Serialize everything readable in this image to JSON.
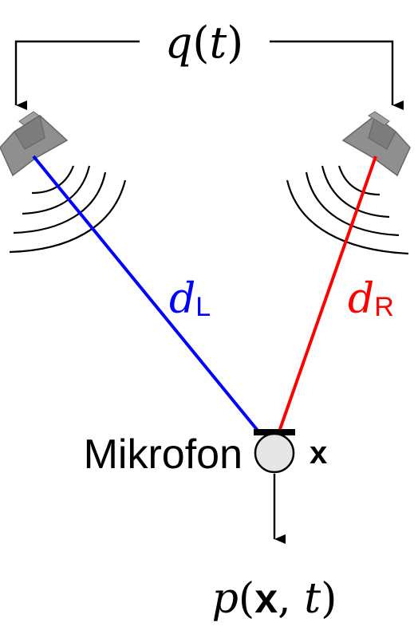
{
  "source_label": {
    "base": "q",
    "open": "(",
    "var": "t",
    "close": ")"
  },
  "left_distance": {
    "base": "d",
    "sub": "L",
    "color": "#0000ff"
  },
  "right_distance": {
    "base": "d",
    "sub": "R",
    "color": "#ff0000"
  },
  "microphone_label": "Mikrofon",
  "position_label": "x",
  "output_label": {
    "base": "p",
    "open": "(",
    "vec": "x",
    "sep": ", ",
    "var": "t",
    "close": ")"
  },
  "icons": {
    "left_speaker": "speaker-icon",
    "right_speaker": "speaker-icon",
    "microphone": "microphone-icon"
  },
  "colors": {
    "stroke": "#000000",
    "speaker_fill": "#8f8f8f",
    "mic_fill": "#e6e6e6"
  }
}
